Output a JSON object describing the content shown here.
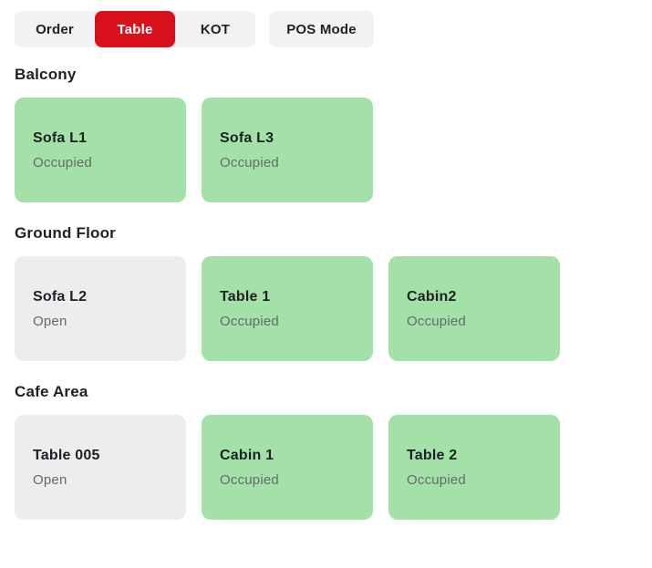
{
  "colors": {
    "active_tab_bg": "#d9111d",
    "active_tab_text": "#ffffff",
    "tab_group_bg": "#f1f2f4",
    "occupied_bg": "#a4e1a8",
    "open_bg": "#ededef",
    "title_text": "#1d2123",
    "status_text": "#66696b"
  },
  "tabs": {
    "items": [
      {
        "label": "Order",
        "active": false
      },
      {
        "label": "Table",
        "active": true
      },
      {
        "label": "KOT",
        "active": false
      }
    ],
    "pos_mode_label": "POS Mode"
  },
  "sections": [
    {
      "title": "Balcony",
      "tables": [
        {
          "name": "Sofa L1",
          "status": "Occupied"
        },
        {
          "name": "Sofa L3",
          "status": "Occupied"
        }
      ]
    },
    {
      "title": "Ground Floor",
      "tables": [
        {
          "name": "Sofa L2",
          "status": "Open"
        },
        {
          "name": "Table 1",
          "status": "Occupied"
        },
        {
          "name": "Cabin2",
          "status": "Occupied"
        }
      ]
    },
    {
      "title": "Cafe Area",
      "tables": [
        {
          "name": "Table 005",
          "status": "Open"
        },
        {
          "name": "Cabin 1",
          "status": "Occupied"
        },
        {
          "name": "Table 2",
          "status": "Occupied"
        }
      ]
    }
  ]
}
